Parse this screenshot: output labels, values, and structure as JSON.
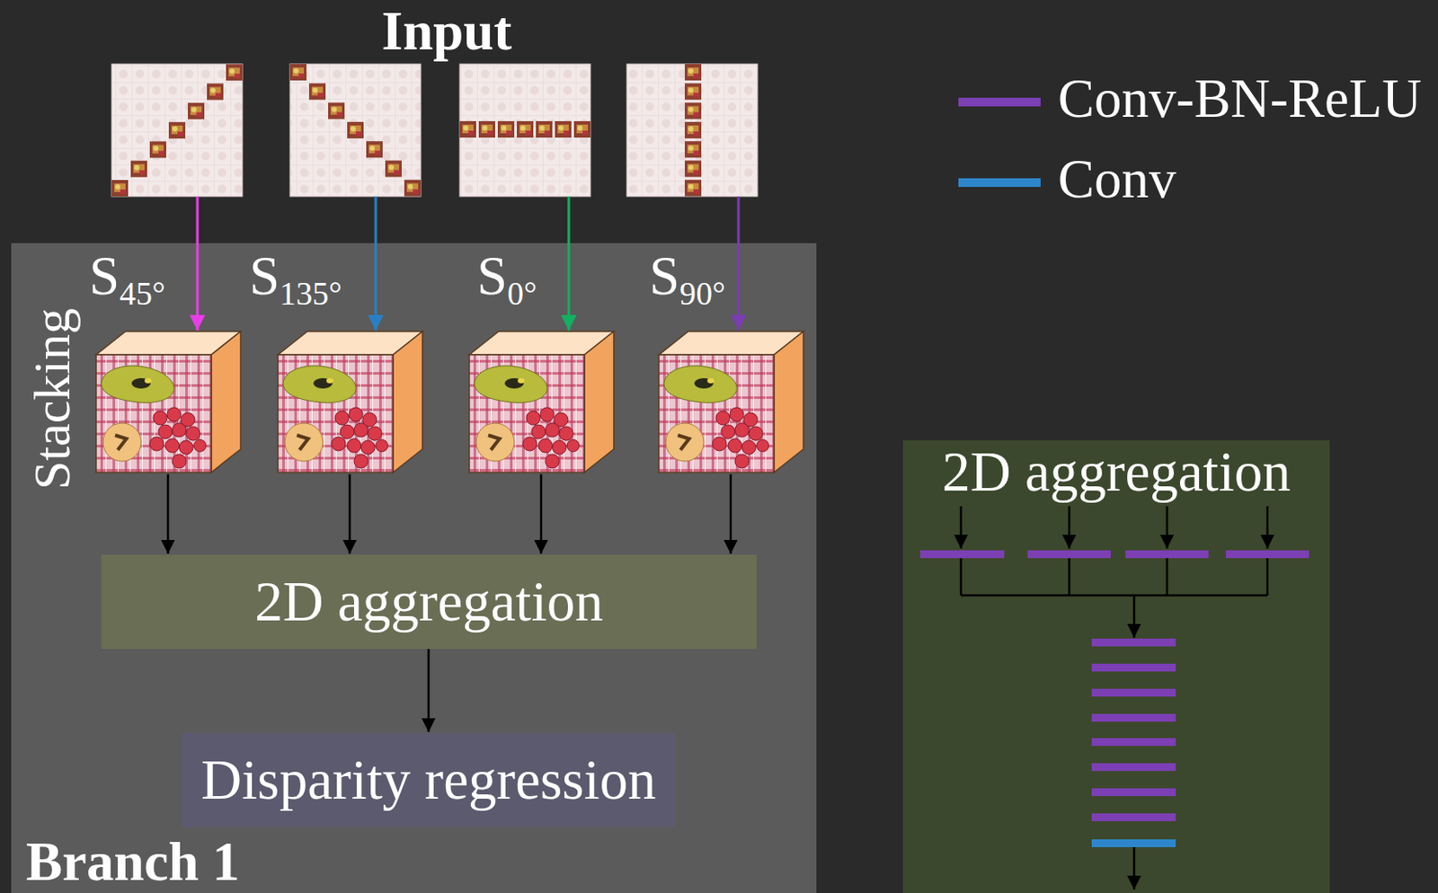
{
  "diagram": {
    "nodes": [
      {
        "text": [
          "Branch 1"
        ]
      },
      {
        "text": [
          "2D aggregation"
        ],
        "in": 0
      },
      {
        "text": [
          "Disparity regression"
        ],
        "in": 0
      },
      {
        "text": [
          "2D aggregation"
        ]
      }
    ],
    "edges": [
      {
        "from": 1,
        "to": 2,
        "arrow": "to"
      }
    ],
    "labels": [
      "Input",
      "Stacking",
      "S45°",
      "S135°",
      "S0°",
      "S90°"
    ],
    "legend": [
      {
        "text": "Conv-BN-ReLU",
        "color": "#7c3fb4"
      },
      {
        "text": "Conv",
        "color": "#2d86cc"
      }
    ]
  }
}
